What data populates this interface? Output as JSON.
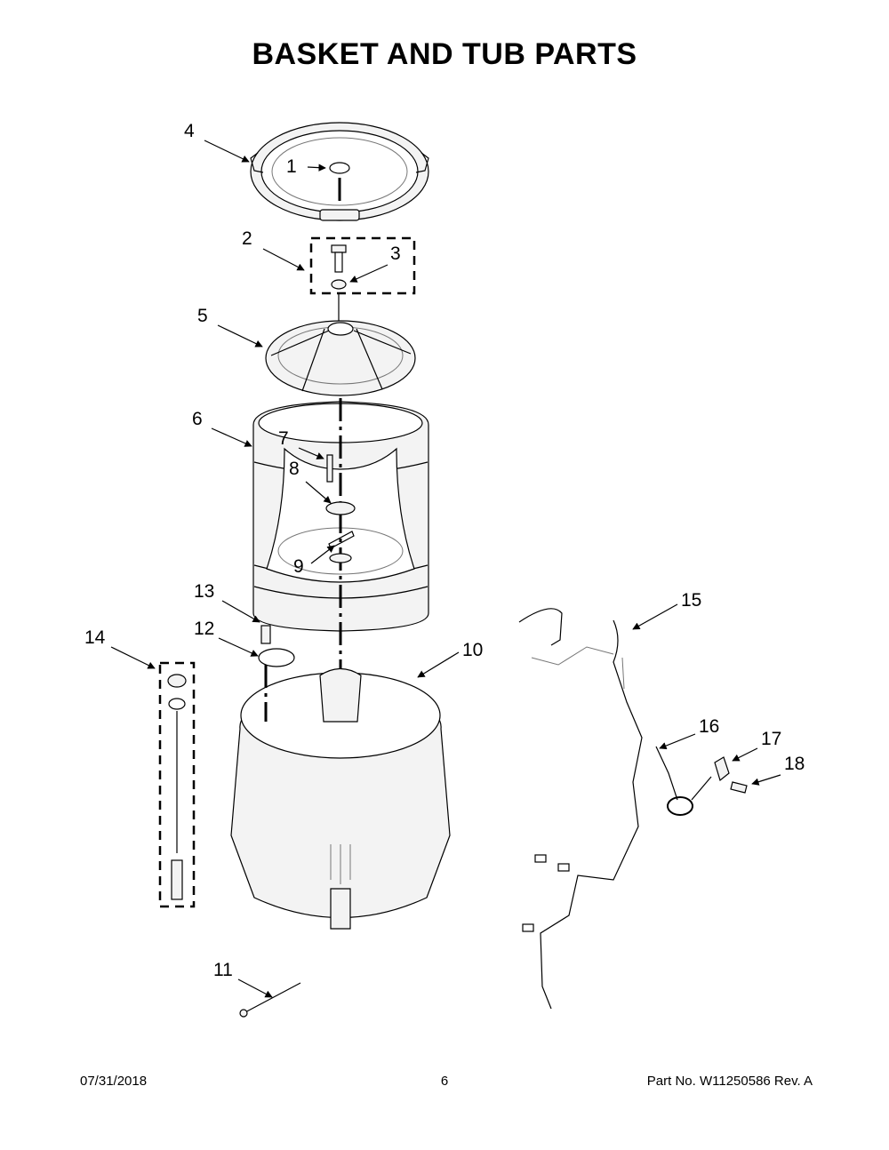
{
  "page": {
    "title": "BASKET AND TUB PARTS",
    "date": "07/31/2018",
    "page_number": "6",
    "part_number": "Part No.  W11250586  Rev.  A"
  },
  "callouts": [
    "1",
    "2",
    "3",
    "4",
    "5",
    "6",
    "7",
    "8",
    "9",
    "10",
    "11",
    "12",
    "13",
    "14",
    "15",
    "16",
    "17",
    "18"
  ]
}
